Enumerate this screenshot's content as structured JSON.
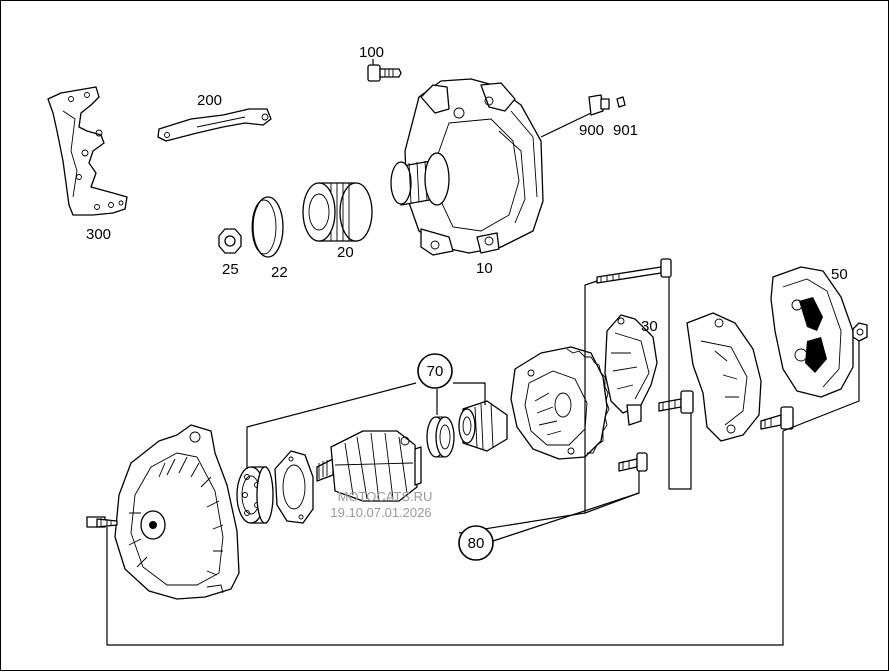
{
  "diagram": {
    "part_numbers": {
      "p100": "100",
      "p200": "200",
      "p300": "300",
      "p900": "900",
      "p901": "901",
      "p25": "25",
      "p22": "22",
      "p20": "20",
      "p10": "10",
      "p50": "50",
      "p30": "30",
      "p70": "70",
      "p80": "80"
    },
    "watermark": {
      "line1": "MOTOCATS.RU",
      "line2": "19.10.07.01.2026"
    }
  }
}
